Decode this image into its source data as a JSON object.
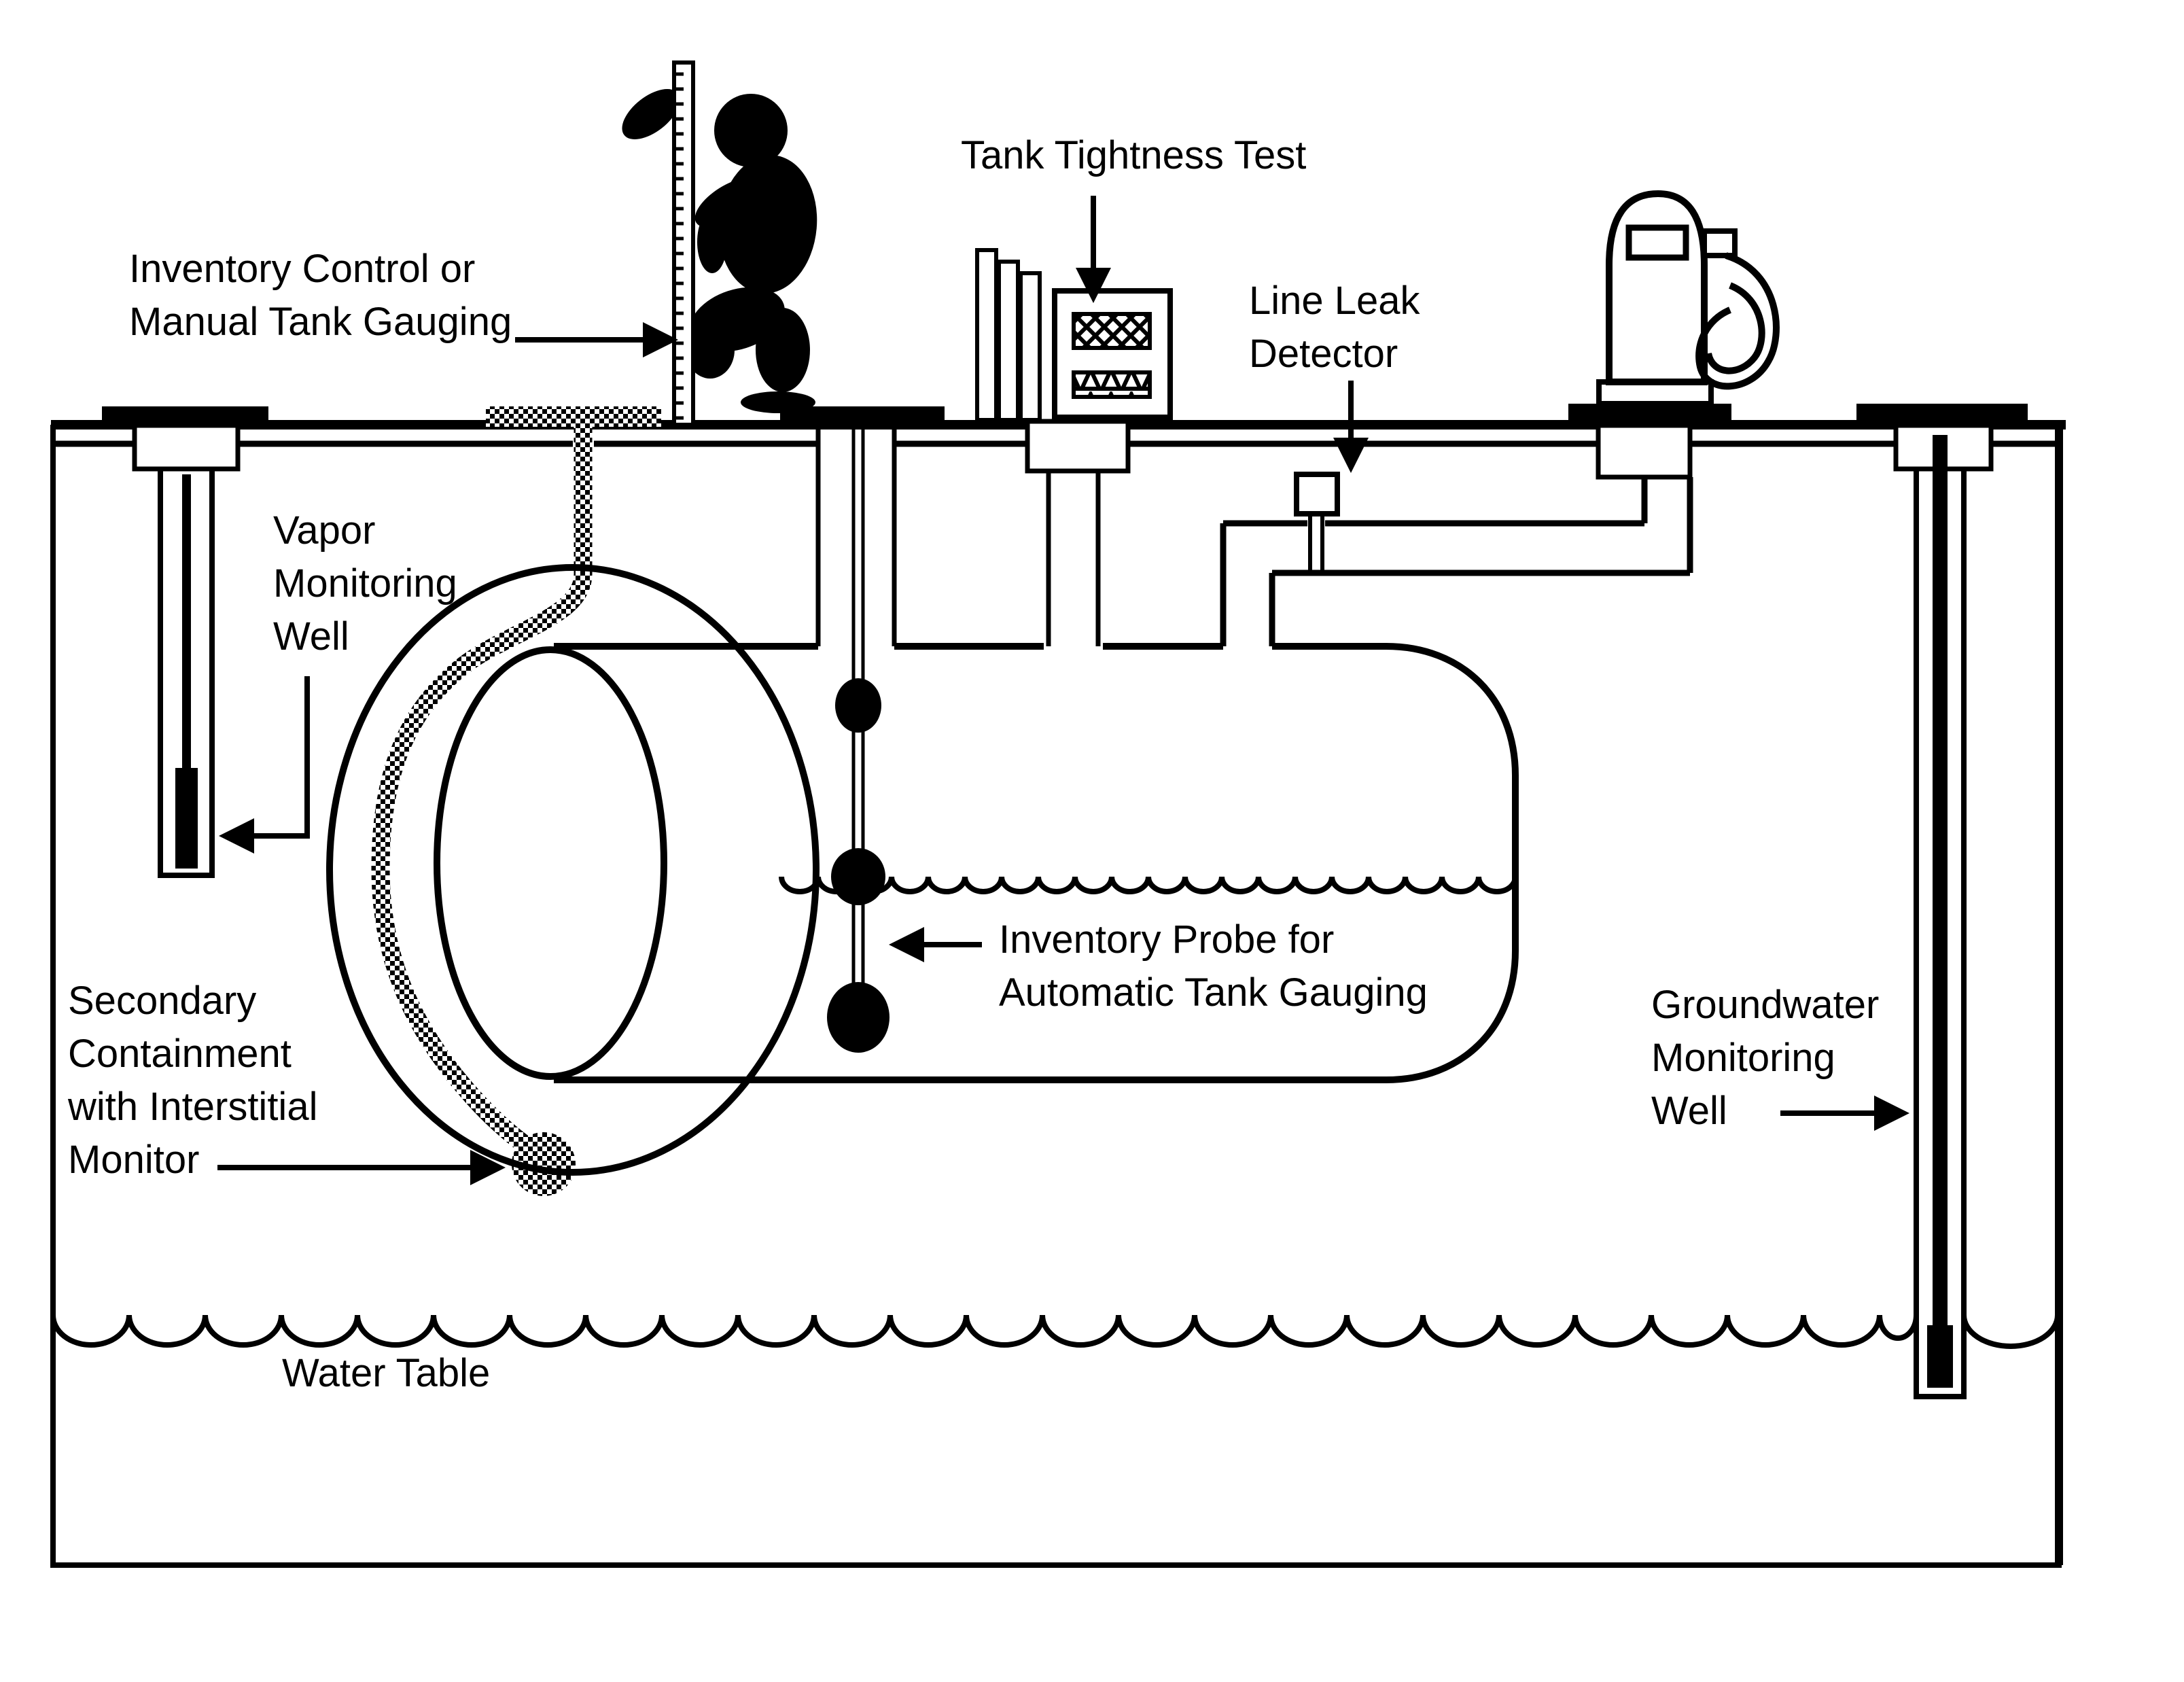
{
  "figure_type": "underground-storage-tank-leak-detection-diagram",
  "colors": {
    "ink": "#000000",
    "paper": "#ffffff"
  },
  "labels": {
    "inventory_control": {
      "lines": [
        "Inventory Control or",
        "Manual Tank Gauging"
      ]
    },
    "tank_tightness": {
      "lines": [
        "Tank Tightness Test"
      ]
    },
    "line_leak": {
      "lines": [
        "Line Leak",
        "Detector"
      ]
    },
    "vapor_well": {
      "lines": [
        "Vapor",
        "Monitoring",
        "Well"
      ]
    },
    "inventory_probe": {
      "lines": [
        "Inventory Probe for",
        "Automatic Tank Gauging"
      ]
    },
    "secondary_containment": {
      "lines": [
        "Secondary",
        "Containment",
        "with Interstitial",
        "Monitor"
      ]
    },
    "groundwater_well": {
      "lines": [
        "Groundwater",
        "Monitoring",
        "Well"
      ]
    },
    "water_table": {
      "lines": [
        "Water Table"
      ]
    }
  }
}
